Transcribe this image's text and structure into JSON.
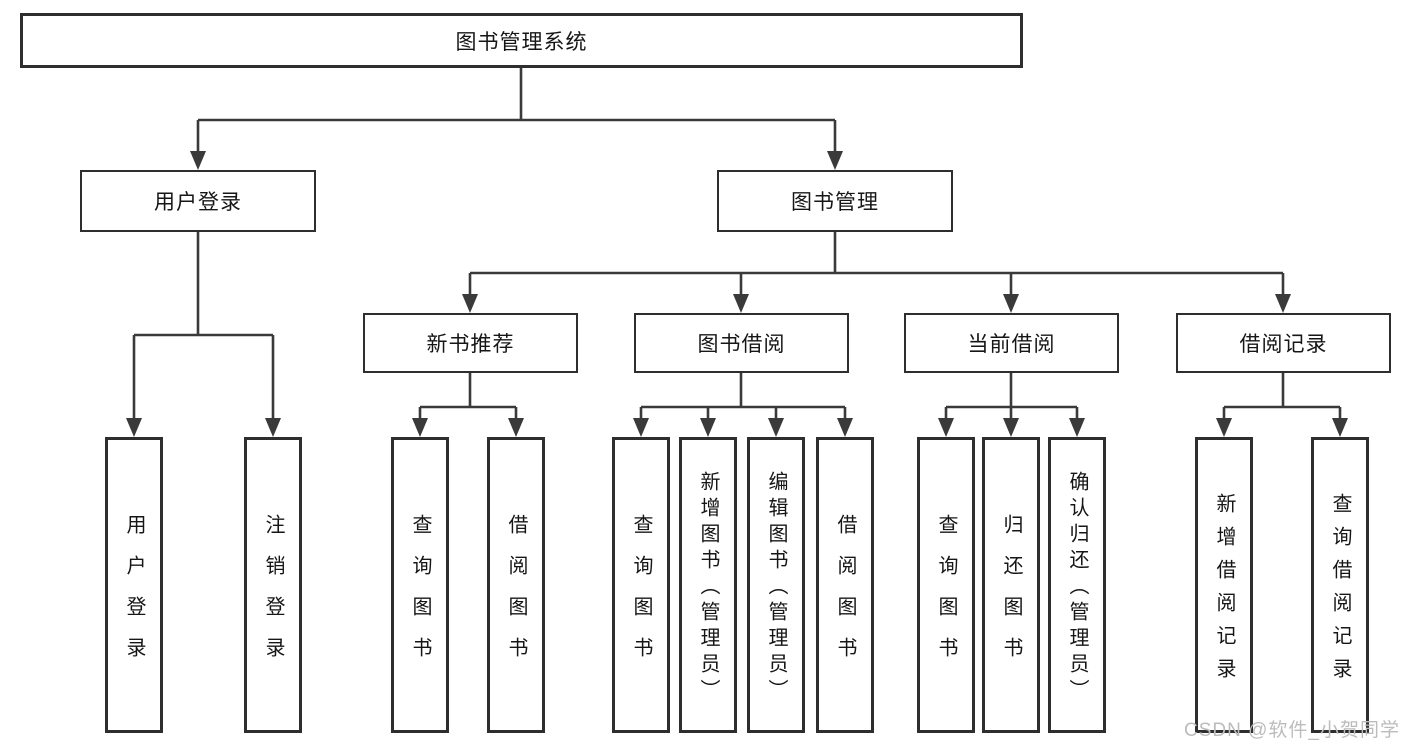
{
  "tree": {
    "root": {
      "label": "图书管理系统"
    },
    "branches": [
      {
        "label": "用户登录",
        "children": [
          {
            "label": "用户登录"
          },
          {
            "label": "注销登录"
          }
        ]
      },
      {
        "label": "图书管理",
        "children": [
          {
            "label": "新书推荐",
            "children": [
              {
                "label": "查询图书"
              },
              {
                "label": "借阅图书"
              }
            ]
          },
          {
            "label": "图书借阅",
            "children": [
              {
                "label": "查询图书"
              },
              {
                "label": "新增图书（管理员）"
              },
              {
                "label": "编辑图书（管理员）"
              },
              {
                "label": "借阅图书"
              }
            ]
          },
          {
            "label": "当前借阅",
            "children": [
              {
                "label": "查询图书"
              },
              {
                "label": "归还图书"
              },
              {
                "label": "确认归还（管理员）"
              }
            ]
          },
          {
            "label": "借阅记录",
            "children": [
              {
                "label": "新增借阅记录"
              },
              {
                "label": "查询借阅记录"
              }
            ]
          }
        ]
      }
    ]
  },
  "watermark": {
    "text": "CSDN @软件_小贺同学"
  },
  "colors": {
    "line": "#3a3a3a",
    "border": "#2e2e2e",
    "text": "#161616",
    "background": "#ffffff",
    "watermark": "#bcbcbc"
  }
}
